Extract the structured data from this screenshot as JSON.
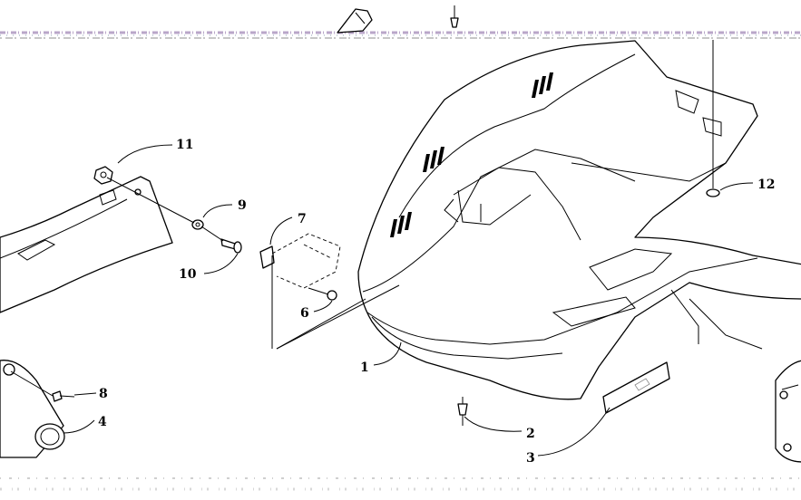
{
  "callouts": [
    {
      "id": "1",
      "text": "1"
    },
    {
      "id": "2",
      "text": "2"
    },
    {
      "id": "3",
      "text": "3"
    },
    {
      "id": "4",
      "text": "4"
    },
    {
      "id": "6",
      "text": "6"
    },
    {
      "id": "7",
      "text": "7"
    },
    {
      "id": "8",
      "text": "8"
    },
    {
      "id": "9",
      "text": "9"
    },
    {
      "id": "10",
      "text": "10"
    },
    {
      "id": "11",
      "text": "11"
    },
    {
      "id": "12",
      "text": "12"
    }
  ]
}
